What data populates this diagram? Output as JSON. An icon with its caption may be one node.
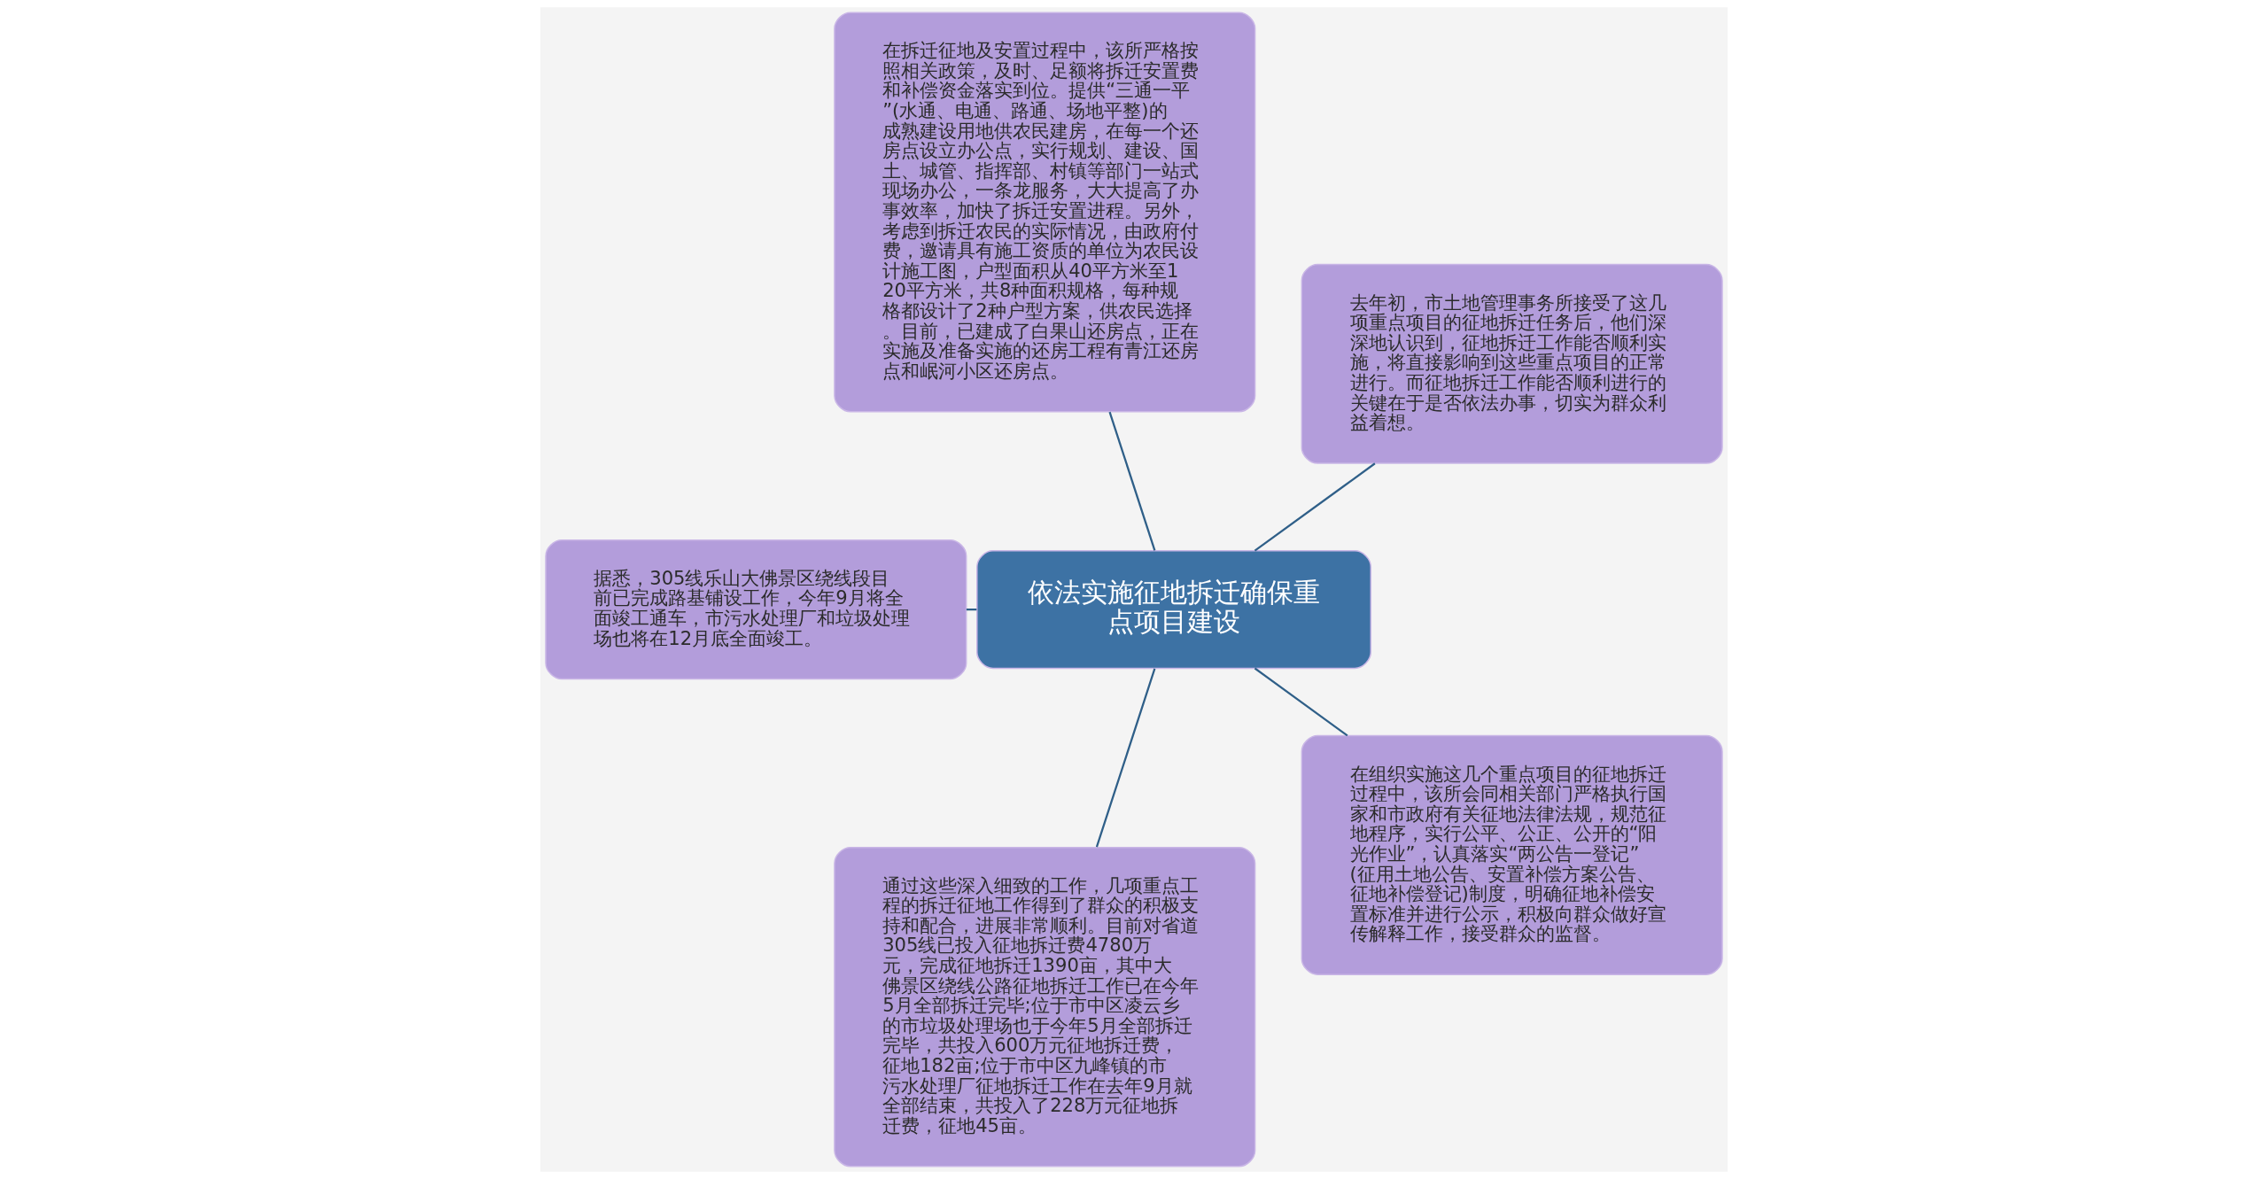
{
  "diagram": {
    "nodes": [
      {
        "text": [
          "依法实施征地拆迁确保重点项目建设"
        ]
      },
      {
        "text": [
          "去年初，市土地管理事务所接受了这几项重点项目的征地拆迁任务后，他们深深地认识到，征地拆迁工作能否顺利实施，将直接影响到这些重点项目的正常进行。而征地拆迁工作能否顺利进行的关键在于是否依法办事，切实为群众利益着想。"
        ]
      },
      {
        "text": [
          "在拆迁征地及安置过程中，该所严格按照相关政策，及时、足额将拆迁安置费和补偿资金落实到位。提供“三通一平”(水通、电通、路通、场地平整)的成熟建设用地供农民建房，在每一个还房点设立办公点，实行规划、建设、国土、城管、指挥部、村镇等部门一站式现场办公，一条龙服务，大大提高了办事效率，加快了拆迁安置进程。另外，考虑到拆迁农民的实际情况，由政府付费，邀请具有施工资质的单位为农民设计施工图，户型面积从40平方米至120平方米，共8种面积规格，每种规格都设计了2种户型方案，供农民选择。目前，已建成了白果山还房点，正在实施及准备实施的还房工程有青江还房点和岷河小区还房点。"
        ]
      },
      {
        "text": [
          "据悉，305线乐山大佛景区绕线段目前已完成路基铺设工作，今年9月将全面竣工通车，市污水处理厂和垃圾处理场也将在12月底全面竣工。"
        ]
      },
      {
        "text": [
          "通过这些深入细致的工作，几项重点工程的拆迁征地工作得到了群众的积极支持和配合，进展非常顺利。目前对省道305线已投入征地拆迁费4780万元，完成征地拆迁1390亩，其中大佛景区绕线公路征地拆迁工作已在今年5月全部拆迁完毕;位于市中区凌云乡的市垃圾处理场也于今年5月全部拆迁完毕，共投入600万元征地拆迁费，征地182亩;位于市中区九峰镇的市污水处理厂征地拆迁工作在去年9月就全部结束，共投入了228万元征地拆迁费，征地45亩。"
        ]
      },
      {
        "text": [
          "在组织实施这几个重点项目的征地拆迁过程中，该所会同相关部门严格执行国家和市政府有关征地法律法规，规范征地程序，实行公平、公正、公开的“阳光作业”，认真落实“两公告一登记”(征用土地公告、安置补偿方案公告、征地补偿登记)制度，明确征地补偿安置标准并进行公示，积极向群众做好宣传解释工作，接受群众的监督。"
        ]
      }
    ],
    "edges": [
      {
        "from": 0,
        "to": 1,
        "arrow": "none"
      },
      {
        "from": 0,
        "to": 2,
        "arrow": "none"
      },
      {
        "from": 0,
        "to": 3,
        "arrow": "none"
      },
      {
        "from": 0,
        "to": 4,
        "arrow": "none"
      },
      {
        "from": 0,
        "to": 5,
        "arrow": "none"
      }
    ]
  }
}
